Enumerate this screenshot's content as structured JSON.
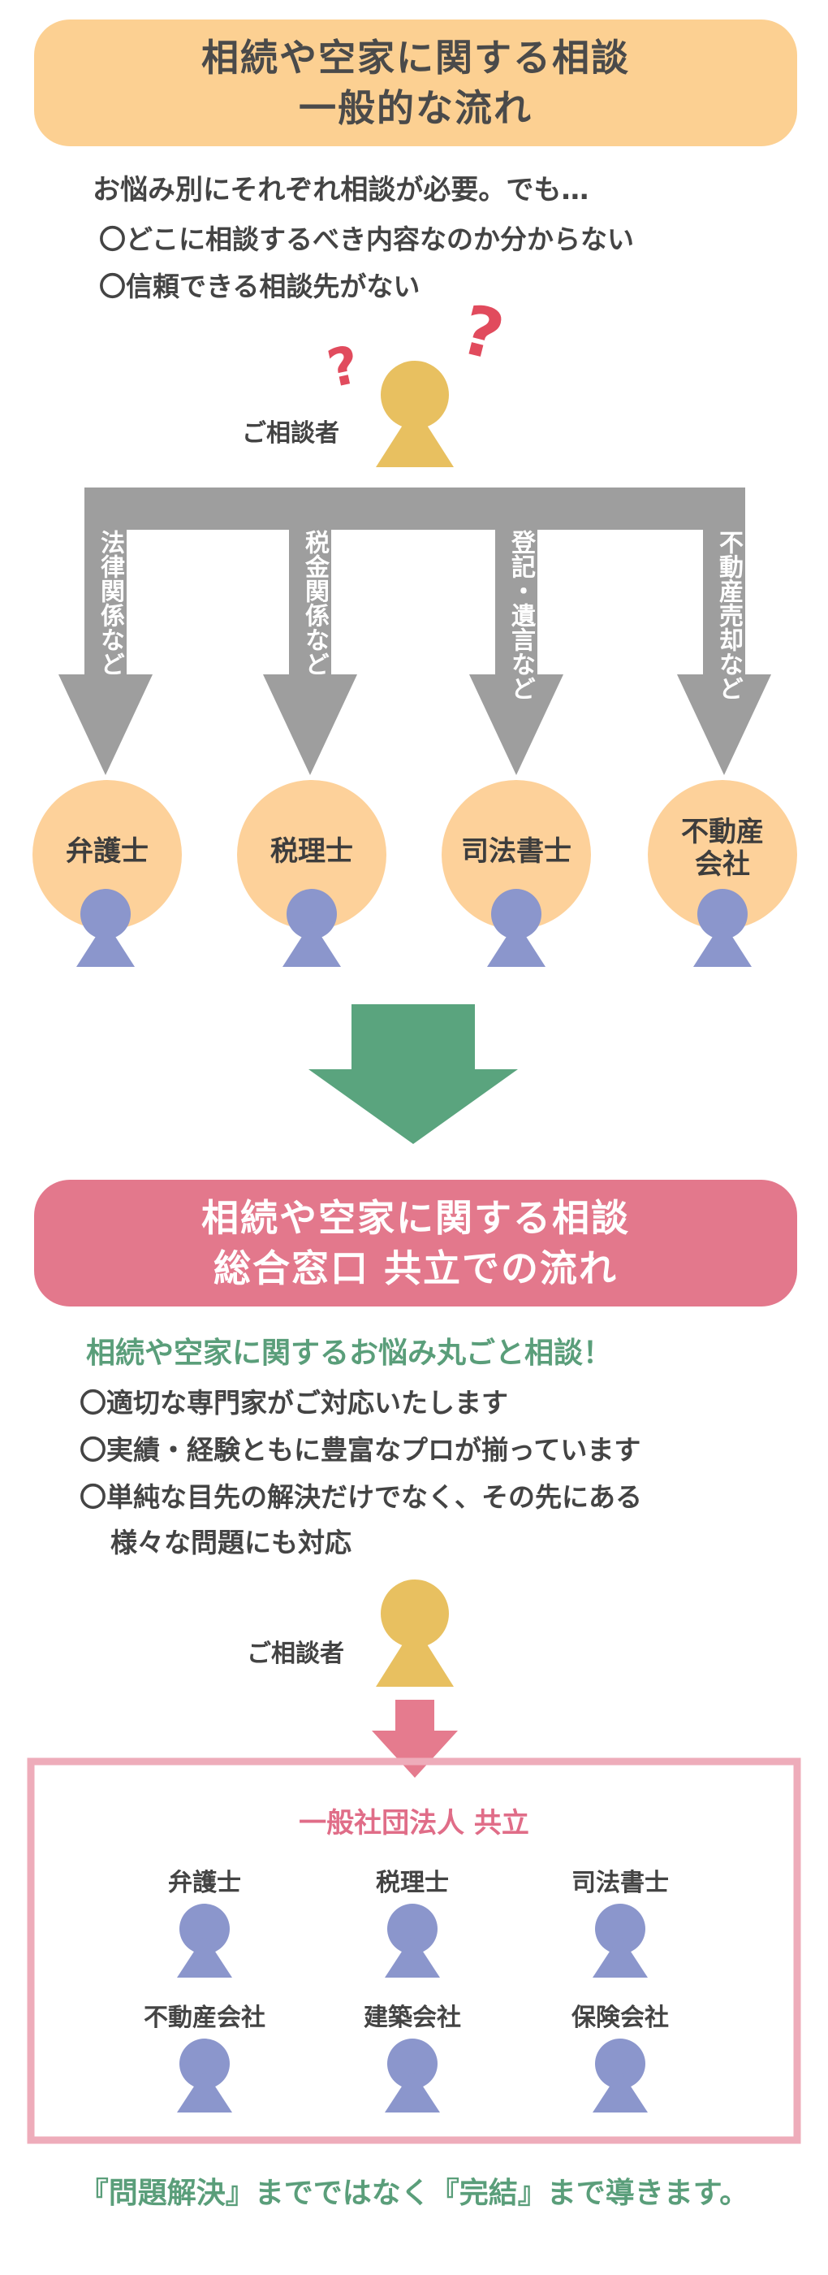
{
  "colors": {
    "orange_banner": "#fcd092",
    "pink_banner": "#e3788c",
    "gray_arrow": "#9e9e9e",
    "green_arrow": "#5aa47e",
    "pink_arrow": "#e57b8e",
    "person_gold": "#e8c060",
    "person_blue": "#8b96cc",
    "red_question": "#e14b5d",
    "circle_peach": "#fdd19a",
    "box_border": "#eeacba",
    "green_text": "#5a9e7a",
    "pink_text": "#e06d88"
  },
  "top_section": {
    "title_line1": "相続や空家に関する相談",
    "title_line2": "一般的な流れ",
    "intro": "お悩み別にそれぞれ相談が必要。でも…",
    "bullets": [
      "〇どこに相談するべき内容なのか分からない",
      "〇信頼できる相談先がない"
    ],
    "client_label": "ご相談者",
    "question_mark": "?",
    "arrow_labels": [
      "法律関係など",
      "税金関係など",
      "登記・遺言など",
      "不動産売却など"
    ],
    "professionals": [
      "弁護士",
      "税理士",
      "司法書士",
      "不動産会社"
    ]
  },
  "bottom_section": {
    "title_line1": "相続や空家に関する相談",
    "title_line2": "総合窓口 共立での流れ",
    "headline": "相続や空家に関するお悩み丸ごと相談！",
    "bullets": [
      "〇適切な専門家がご対応いたします",
      "〇実績・経験ともに豊富なプロが揃っています",
      "〇単純な目先の解決だけでなく、その先にある",
      "様々な問題にも対応"
    ],
    "client_label": "ご相談者",
    "org_name": "一般社団法人 共立",
    "members": [
      "弁護士",
      "税理士",
      "司法書士",
      "不動産会社",
      "建築会社",
      "保険会社"
    ],
    "closing": "『問題解決』までではなく『完結』まで導きます。"
  }
}
